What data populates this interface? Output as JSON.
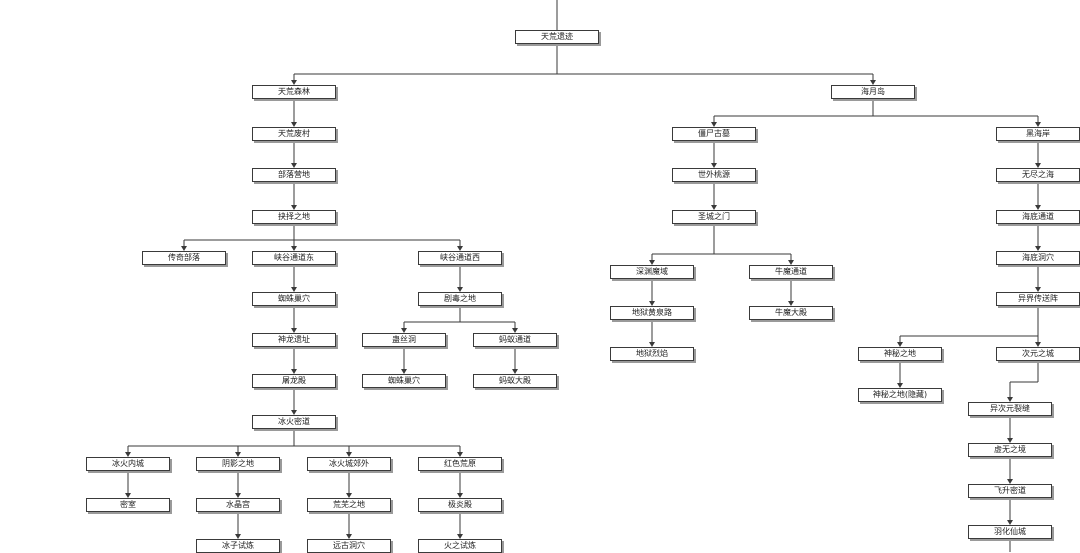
{
  "nodes": {
    "tianhuang_yiji": "天荒遗迹",
    "tianhuang_senlin": "天荒森林",
    "haiyue_dao": "海月岛",
    "tianhuang_feicun": "天荒废村",
    "buluo_yingdi": "部落营地",
    "juezhan_zhidi": "抉择之地",
    "chuanqi_buluo": "传奇部落",
    "xiagu_tongdao_dong": "峡谷通道东",
    "xiagu_tongdao_xi": "峡谷通道西",
    "zhuzhu_chaoxue_1": "蜘蛛巢穴",
    "shenlong_yizhi": "神龙遗址",
    "tulong_dian": "屠龙殿",
    "binghuo_midao": "冰火密道",
    "binghuo_neicheng": "冰火内城",
    "mibao": "密室",
    "mingying_zhidi": "阴影之地",
    "shuijing_gong": "水晶宫",
    "bingzi_shilian": "冰子试炼",
    "binghuo_jiaowai": "冰火城郊外",
    "huangwu_zhidi": "荒芜之地",
    "yuangu_shaxie": "远古洞穴",
    "hongse_huangyuan": "红色荒原",
    "jiyan_dian": "极炎殿",
    "huozhi_shilian": "火之试炼",
    "duzhi_zhidi": "剧毒之地",
    "gusi_dong": "蛊丝洞",
    "zhuzhu_chaoxue_2": "蜘蛛巢穴",
    "mayi_tongdao": "蚂蚁通道",
    "mayi_dadian": "蚂蚁大殿",
    "jiangshi_gumu": "僵尸古墓",
    "shiwai_taoyuan": "世外桃源",
    "shengcheng_zhimen": "圣城之门",
    "shenyuan_mocheng": "深渊魔域",
    "diyu_huangquan": "地狱黄泉路",
    "diyu_lieyan": "地狱烈焰",
    "niumo_tongdao": "牛魔通道",
    "niumo_dadian": "牛魔大殿",
    "heihai_an": "黑海岸",
    "wujin_zhihai": "无尽之海",
    "haidi_tongdao": "海底通道",
    "haidi_dongxue": "海底洞穴",
    "yijie_chuansongzhen": "异界传送阵",
    "shenmi_zhidi": "神秘之地",
    "shenmi_zhidi_yincang": "神秘之地(隐藏)",
    "ciyuan_zhicheng": "次元之城",
    "yiciyuan_liefeng": "异次元裂缝",
    "xuwu_zhijing": "虚无之境",
    "feisheng_midao": "飞升密道",
    "yuhua_xiancheng": "羽化仙城"
  }
}
